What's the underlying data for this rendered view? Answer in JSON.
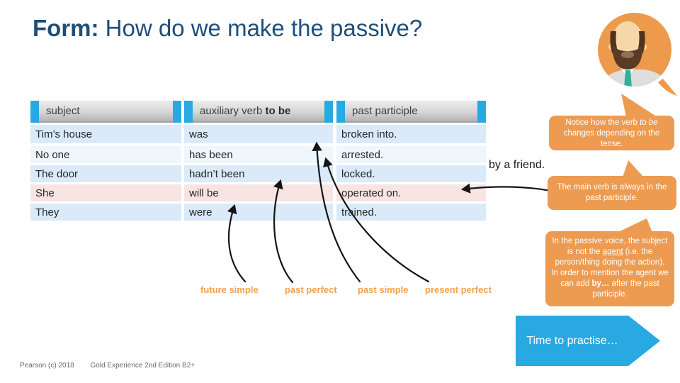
{
  "title": {
    "bold": "Form:",
    "rest": " How do we make the passive?"
  },
  "table": {
    "headers": {
      "subject": "subject",
      "aux_prefix": "auxiliary verb ",
      "aux_bold": "to be",
      "participle": "past participle"
    },
    "rows": [
      {
        "subject": "Tim’s house",
        "aux": "was",
        "participle": "broken into."
      },
      {
        "subject": "No one",
        "aux": "has been",
        "participle": "arrested."
      },
      {
        "subject": "The door",
        "aux": "hadn’t been",
        "participle": "locked."
      },
      {
        "subject": "She",
        "aux": "will be",
        "participle": "operated on."
      },
      {
        "subject": "They",
        "aux": "were",
        "participle": "trained."
      }
    ]
  },
  "by_phrase": "by a friend.",
  "tense_labels": [
    "future simple",
    "past perfect",
    "past simple",
    "present perfect"
  ],
  "callouts": {
    "notice": {
      "p1": "Notice how the verb ",
      "italic": "to be",
      "p2": " changes depending on the tense."
    },
    "main_verb": {
      "text": "The main verb is always in the past participle."
    },
    "agent": {
      "p1": "In the passive voice, the subject is not the ",
      "underline": "agent",
      "p2": " (i.e. the person/thing doing the action). In order to mention the agent we can add ",
      "bold": "by…",
      "p3": " after the past participle."
    }
  },
  "banner": "Time to practise…",
  "footer": {
    "left": "Pearson (c) 2018",
    "right": "Gold Experience 2nd Edition  B2+"
  },
  "colors": {
    "title_blue": "#1F4E79",
    "accent_blue": "#29A9E1",
    "callout_orange": "#EC9B51",
    "tense_label_orange": "#F0A24E",
    "row_blue": "#DAEAF8",
    "row_pale": "#EFF6FC",
    "row_pink": "#F8E5E3"
  }
}
